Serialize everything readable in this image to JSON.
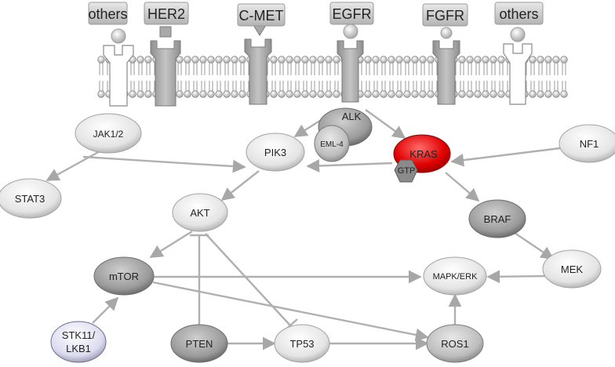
{
  "receptors": {
    "others_left": "others",
    "her2": "HER2",
    "cmet": "C-MET",
    "egfr": "EGFR",
    "fgfr": "FGFR",
    "others_right": "others"
  },
  "nodes": {
    "jak": "JAK1/2",
    "stat3": "STAT3",
    "pik3": "PIK3",
    "alk": "ALK",
    "eml4": "EML-4",
    "kras": "KRAS",
    "gtp": "GTP",
    "nf1": "NF1",
    "akt": "AKT",
    "braf": "BRAF",
    "mtor": "mTOR",
    "mapk": "MAPK/ERK",
    "mek": "MEK",
    "stk11_line1": "STK11/",
    "stk11_line2": "LKB1",
    "pten": "PTEN",
    "tp53": "TP53",
    "ros1": "ROS1"
  },
  "colors": {
    "kras": "#e00000",
    "light_node": "#e6e6e6",
    "mid_node": "#bcbcbc",
    "dark_node": "#8e8e8e",
    "stk11": "#dcdcf0",
    "arrow": "#b0b0b0"
  }
}
